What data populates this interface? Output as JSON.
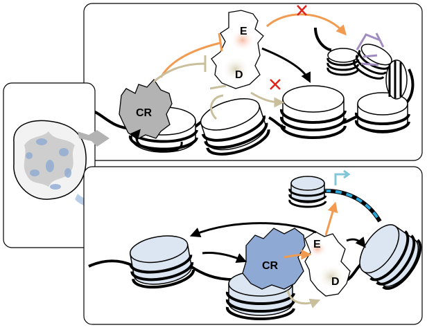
{
  "labels": {
    "top_complex": "CR",
    "top_e": "E",
    "top_d": "D",
    "bottom_complex": "CR",
    "bottom_e": "E",
    "bottom_d": "D"
  },
  "colors": {
    "outline": "#000000",
    "panel_bg": "#ffffff",
    "nucleosome_top": "#ffffff",
    "nucleosome_bottom": "#dce6f2",
    "complex_grey": "#b3b3b3",
    "complex_blue": "#8eaad4",
    "arrow_orange": "#f29b50",
    "arrow_tan": "#c9bf9c",
    "inhibit_purple": "#a08cc0",
    "blocked_red": "#e0231a",
    "transcription_cyan": "#7fc6d8",
    "dna_cyan_dash": "#2aa7d8",
    "nucleus_bg": "#f2f2f2",
    "factor_pink": "#f8c6b0",
    "factor_beige": "#e6e0cc"
  },
  "icons": {
    "blocked": "red-cross-icon",
    "transcription": "transcription-start-arrow-icon",
    "inhibition": "inhibition-bar-icon"
  }
}
